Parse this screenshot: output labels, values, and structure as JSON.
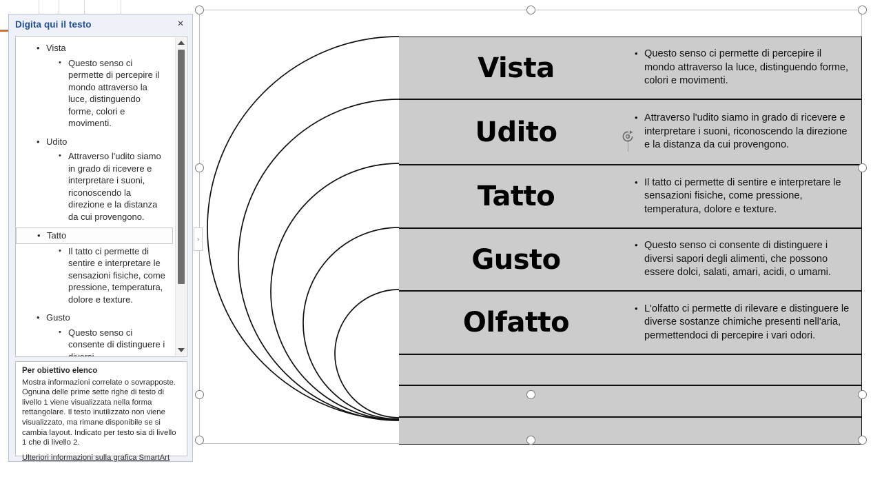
{
  "text_pane": {
    "title": "Digita qui il testo",
    "close_label": "×",
    "toggle_label": "›",
    "items": [
      {
        "level": 1,
        "text": "Vista",
        "selected": false
      },
      {
        "level": 2,
        "text": "Questo senso ci permette di percepire il mondo attraverso la luce, distinguendo forme, colori e movimenti.",
        "selected": false
      },
      {
        "level": 1,
        "text": "Udito",
        "selected": false
      },
      {
        "level": 2,
        "text": "Attraverso l'udito siamo in grado di ricevere e interpretare i suoni, riconoscendo la direzione e la distanza da cui provengono.",
        "selected": false
      },
      {
        "level": 1,
        "text": "Tatto",
        "selected": true
      },
      {
        "level": 2,
        "text": "Il tatto ci permette di sentire e interpretare le sensazioni fisiche, come pressione, temperatura, dolore e texture.",
        "selected": false
      },
      {
        "level": 1,
        "text": "Gusto",
        "selected": false
      },
      {
        "level": 2,
        "text": "Questo senso ci consente di distinguere i diversi",
        "selected": false
      }
    ],
    "description": {
      "title": "Per obiettivo elenco",
      "body": "Mostra informazioni correlate o sovrapposte. Ognuna delle prime sette righe di testo di livello 1 viene visualizzata nella forma rettangolare. Il testo inutilizzato non viene visualizzato, ma rimane disponibile se si cambia layout. Indicato per testo sia di livello 1 che di livello 2.",
      "link": "Ulteriori informazioni sulla grafica SmartArt"
    }
  },
  "diagram": {
    "layout_name": "Per obiettivo elenco",
    "fill_color": "#cccccc",
    "outline_color": "#101010",
    "rows": [
      {
        "title": "Vista",
        "desc": "Questo senso ci permette di percepire il mondo attraverso la luce, distinguendo forme, colori e movimenti."
      },
      {
        "title": "Udito",
        "desc": "Attraverso l'udito siamo in grado di ricevere e interpretare i suoni, riconoscendo la direzione e la distanza da cui provengono."
      },
      {
        "title": "Tatto",
        "desc": "Il tatto ci permette di sentire e interpretare le sensazioni fisiche, come pressione, temperatura, dolore e texture."
      },
      {
        "title": "Gusto",
        "desc": "Questo senso ci consente di distinguere i diversi sapori degli alimenti, che possono essere dolci, salati, amari, acidi, o umami."
      },
      {
        "title": "Olfatto",
        "desc": "L'olfatto ci permette di rilevare e distinguere le diverse sostanze chimiche presenti nell'aria, permettendoci di percepire i vari odori."
      },
      {
        "title": "",
        "desc": ""
      },
      {
        "title": "",
        "desc": ""
      },
      {
        "title": "",
        "desc": ""
      }
    ]
  }
}
